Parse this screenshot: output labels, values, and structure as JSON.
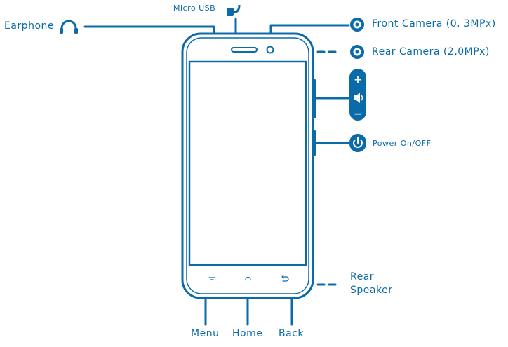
{
  "labels": {
    "earphone": "Earphone",
    "micro_usb": "Micro USB",
    "front_camera": "Front Camera (0. 3MPx)",
    "rear_camera": "Rear Camera (2,0MPx)",
    "power": "Power On/OFF",
    "rear_speaker_line1": "Rear",
    "rear_speaker_line2": "Speaker",
    "menu": "Menu",
    "home": "Home",
    "back": "Back"
  },
  "volume_glyphs": {
    "plus": "+",
    "minus": "−"
  },
  "colors": {
    "primary": "#0b6aa8",
    "background": "#ffffff"
  },
  "icons": [
    "earphone-icon",
    "micro-usb-icon",
    "front-camera-icon",
    "rear-camera-icon",
    "volume-icon",
    "power-icon"
  ]
}
